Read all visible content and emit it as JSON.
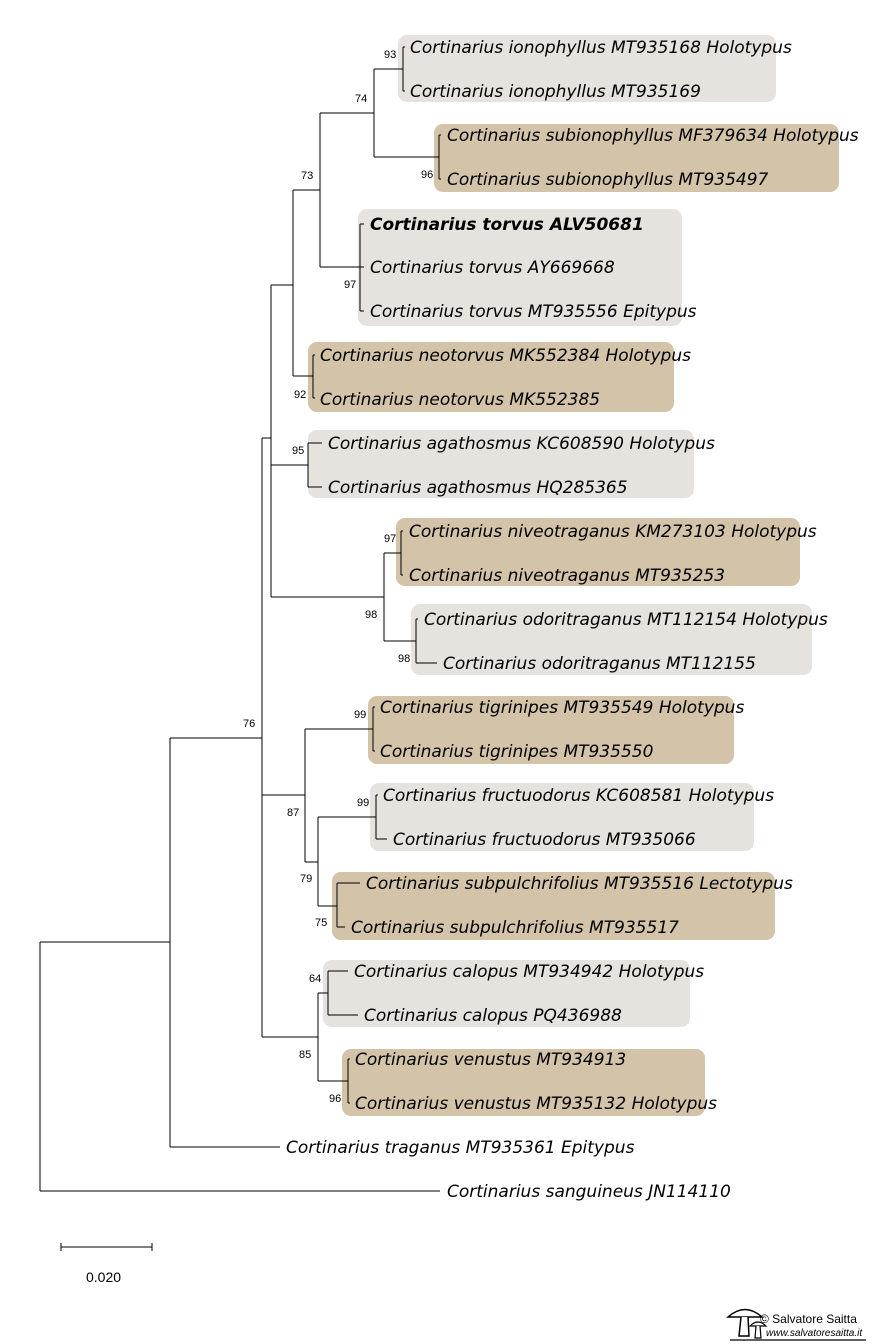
{
  "colors": {
    "box_light": "#e6e2dd",
    "box_tan": "#d3c4a9",
    "branch": "#000000"
  },
  "taxa": [
    {
      "id": "ionophyllus1",
      "label": "Cortinarius ionophyllus MT935168 Holotypus"
    },
    {
      "id": "ionophyllus2",
      "label": "Cortinarius ionophyllus MT935169"
    },
    {
      "id": "subionophyllus1",
      "label": "Cortinarius subionophyllus MF379634 Holotypus"
    },
    {
      "id": "subionophyllus2",
      "label": "Cortinarius subionophyllus MT935497"
    },
    {
      "id": "torvus1",
      "label": "Cortinarius torvus ALV50681",
      "bold": true
    },
    {
      "id": "torvus2",
      "label": "Cortinarius torvus AY669668"
    },
    {
      "id": "torvus3",
      "label": "Cortinarius torvus MT935556 Epitypus"
    },
    {
      "id": "neotorvus1",
      "label": "Cortinarius neotorvus MK552384 Holotypus"
    },
    {
      "id": "neotorvus2",
      "label": "Cortinarius neotorvus MK552385"
    },
    {
      "id": "agathosmus1",
      "label": "Cortinarius agathosmus KC608590 Holotypus"
    },
    {
      "id": "agathosmus2",
      "label": "Cortinarius agathosmus HQ285365"
    },
    {
      "id": "niveotraganus1",
      "label": "Cortinarius niveotraganus KM273103 Holotypus"
    },
    {
      "id": "niveotraganus2",
      "label": "Cortinarius niveotraganus MT935253"
    },
    {
      "id": "odoritraganus1",
      "label": "Cortinarius odoritraganus MT112154 Holotypus"
    },
    {
      "id": "odoritraganus2",
      "label": "Cortinarius odoritraganus MT112155"
    },
    {
      "id": "tigrinipes1",
      "label": "Cortinarius tigrinipes MT935549 Holotypus"
    },
    {
      "id": "tigrinipes2",
      "label": "Cortinarius tigrinipes MT935550"
    },
    {
      "id": "fructuodorus1",
      "label": "Cortinarius fructuodorus KC608581 Holotypus"
    },
    {
      "id": "fructuodorus2",
      "label": "Cortinarius fructuodorus MT935066"
    },
    {
      "id": "subpulchrifolius1",
      "label": "Cortinarius subpulchrifolius MT935516 Lectotypus"
    },
    {
      "id": "subpulchrifolius2",
      "label": "Cortinarius subpulchrifolius MT935517"
    },
    {
      "id": "calopus1",
      "label": "Cortinarius calopus MT934942 Holotypus"
    },
    {
      "id": "calopus2",
      "label": "Cortinarius calopus PQ436988"
    },
    {
      "id": "venustus1",
      "label": "Cortinarius venustus MT934913"
    },
    {
      "id": "venustus2",
      "label": "Cortinarius venustus MT935132 Holotypus"
    },
    {
      "id": "traganus",
      "label": "Cortinarius traganus MT935361 Epitypus"
    },
    {
      "id": "sanguineus",
      "label": "Cortinarius sanguineus JN114110"
    }
  ],
  "support_values": {
    "ionophyllus": "93",
    "ionophyllus_subionophyllus": "74",
    "subionophyllus": "96",
    "torvus_group": "73",
    "torvus": "97",
    "neotorvus": "92",
    "agathosmus": "95",
    "niveotraganus": "97",
    "odoritraganus": "98",
    "niveo_odori": "98",
    "main_clade": "76",
    "tigrinipes": "99",
    "fructuodorus": "99",
    "tigrinipes_group": "87",
    "fructuodorus_subpulchrifolius": "79",
    "subpulchrifolius": "75",
    "calopus": "64",
    "calopus_venustus": "85",
    "venustus": "96"
  },
  "scale_bar": {
    "value": "0.020"
  },
  "credit": {
    "line1": "© Salvatore Saitta",
    "line2": "www.salvatoresaitta.it",
    "logo_icon": "mushroom-logo-icon"
  }
}
